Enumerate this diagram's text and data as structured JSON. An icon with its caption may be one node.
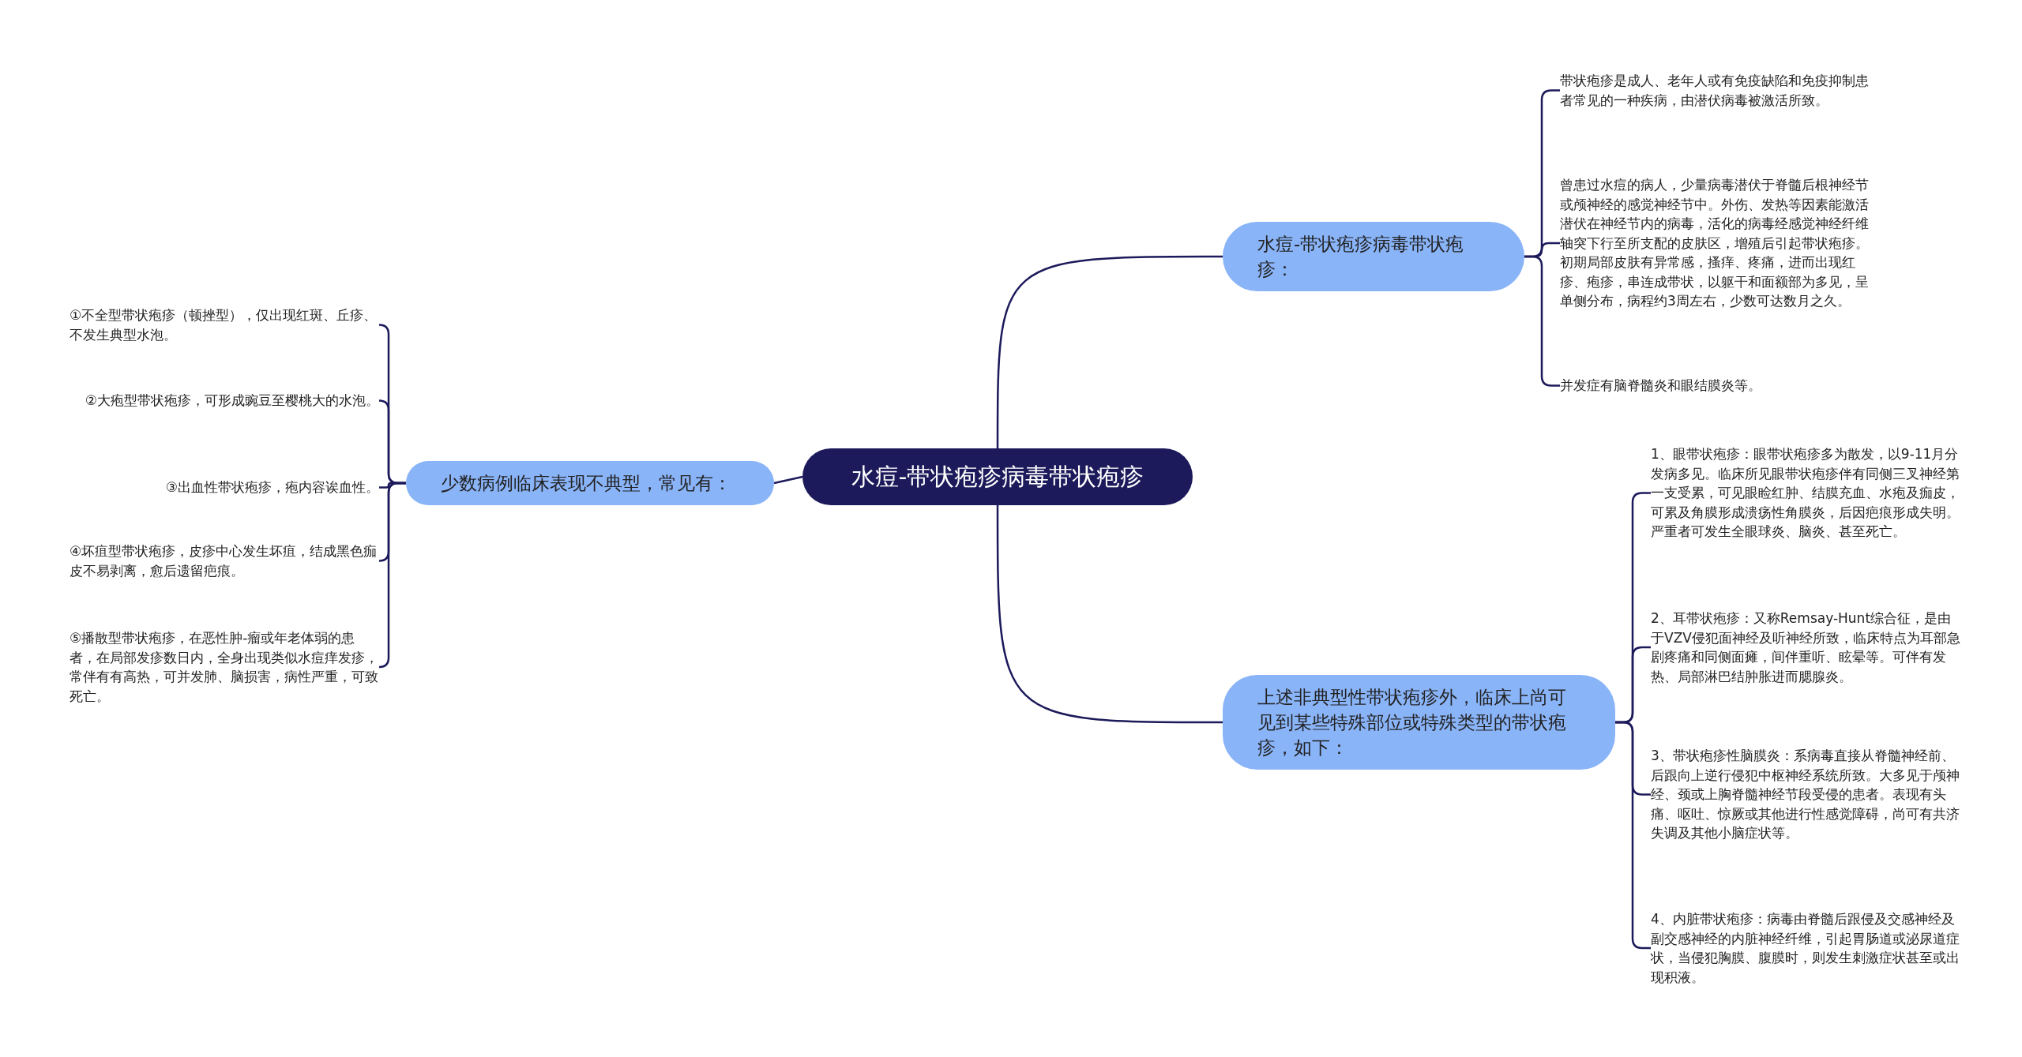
{
  "diagram": {
    "nodes": [
      {
        "text": [
          "水痘-带状疱疹病毒带状疱疹"
        ]
      },
      {
        "text": [
          "少数病例临床表现不典型，常见有："
        ]
      },
      {
        "text": [
          "①不全型带状疱疹（顿挫型），仅出现红斑、丘疹、不发生典型水泡。"
        ]
      },
      {
        "text": [
          "②大疱型带状疱疹，可形成豌豆至樱桃大的水泡。"
        ]
      },
      {
        "text": [
          "③出血性带状疱疹，疱内容诶血性。"
        ]
      },
      {
        "text": [
          "④坏疽型带状疱疹，皮疹中心发生坏疽，结成黑色痂皮不易剥离，愈后遗留疤痕。"
        ]
      },
      {
        "text": [
          "⑤播散型带状疱疹，在恶性肿-瘤或年老体弱的患者，在局部发疹数日内，全身出现类似水痘痒发疹，常伴有有高热，可并发肺、脑损害，病性严重，可致死亡。"
        ]
      },
      {
        "text": [
          "水痘-带状疱疹病毒带状疱疹："
        ]
      },
      {
        "text": [
          "带状疱疹是成人、老年人或有免疫缺陷和免疫抑制患者常见的一种疾病，由潜伏病毒被激活所致。"
        ]
      },
      {
        "text": [
          "曾患过水痘的病人，少量病毒潜伏于脊髓后根神经节或颅神经的感觉神经节中。外伤、发热等因素能激活潜伏在神经节内的病毒，活化的病毒经感觉神经纤维轴突下行至所支配的皮肤区，增殖后引起带状疱疹。初期局部皮肤有异常感，搔痒、疼痛，进而出现红疹、疱疹，串连成带状，以躯干和面额部为多见，呈单侧分布，病程约3周左右，少数可达数月之久。"
        ]
      },
      {
        "text": [
          "并发症有脑脊髓炎和眼结膜炎等。"
        ]
      },
      {
        "text": [
          "上述非典型性带状疱疹外，临床上尚可见到某些特殊部位或特殊类型的带状疱疹，如下："
        ]
      },
      {
        "text": [
          "1、眼带状疱疹：眼带状疱疹多为散发，以9-11月分发病多见。临床所见眼带状疱疹伴有同侧三叉神经第一支受累，可见眼睑红肿、结膜充血、水疱及痂皮，可累及角膜形成溃疡性角膜炎，后因疤痕形成失明。严重者可发生全眼球炎、脑炎、甚至死亡。"
        ]
      },
      {
        "text": [
          "2、耳带状疱疹：又称Remsay-Hunt综合征，是由于VZV侵犯面神经及听神经所致，临床特点为耳部急剧疼痛和同侧面瘫，间伴重听、眩晕等。可伴有发热、局部淋巴结肿胀进而腮腺炎。"
        ]
      },
      {
        "text": [
          "3、带状疱疹性脑膜炎：系病毒直接从脊髓神经前、后跟向上逆行侵犯中枢神经系统所致。大多见于颅神经、颈或上胸脊髓神经节段受侵的患者。表现有头痛、呕吐、惊厥或其他进行性感觉障碍，尚可有共济失调及其他小脑症状等。"
        ]
      },
      {
        "text": [
          "4、内脏带状疱疹：病毒由脊髓后跟侵及交感神经及副交感神经的内脏神经纤维，引起胃肠道或泌尿道症状，当侵犯胸膜、腹膜时，则发生刺激症状甚至或出现积液。"
        ]
      }
    ],
    "edges": [
      {
        "from": 0,
        "to": 1,
        "arrow": "none"
      },
      {
        "from": 1,
        "to": 2,
        "arrow": "none"
      },
      {
        "from": 1,
        "to": 3,
        "arrow": "none"
      },
      {
        "from": 1,
        "to": 4,
        "arrow": "none"
      },
      {
        "from": 1,
        "to": 5,
        "arrow": "none"
      },
      {
        "from": 1,
        "to": 6,
        "arrow": "none"
      },
      {
        "from": 0,
        "to": 7,
        "arrow": "none"
      },
      {
        "from": 7,
        "to": 8,
        "arrow": "none"
      },
      {
        "from": 7,
        "to": 9,
        "arrow": "none"
      },
      {
        "from": 7,
        "to": 10,
        "arrow": "none"
      },
      {
        "from": 0,
        "to": 11,
        "arrow": "none"
      },
      {
        "from": 11,
        "to": 12,
        "arrow": "none"
      },
      {
        "from": 11,
        "to": 13,
        "arrow": "none"
      },
      {
        "from": 11,
        "to": 14,
        "arrow": "none"
      },
      {
        "from": 11,
        "to": 15,
        "arrow": "none"
      }
    ]
  }
}
